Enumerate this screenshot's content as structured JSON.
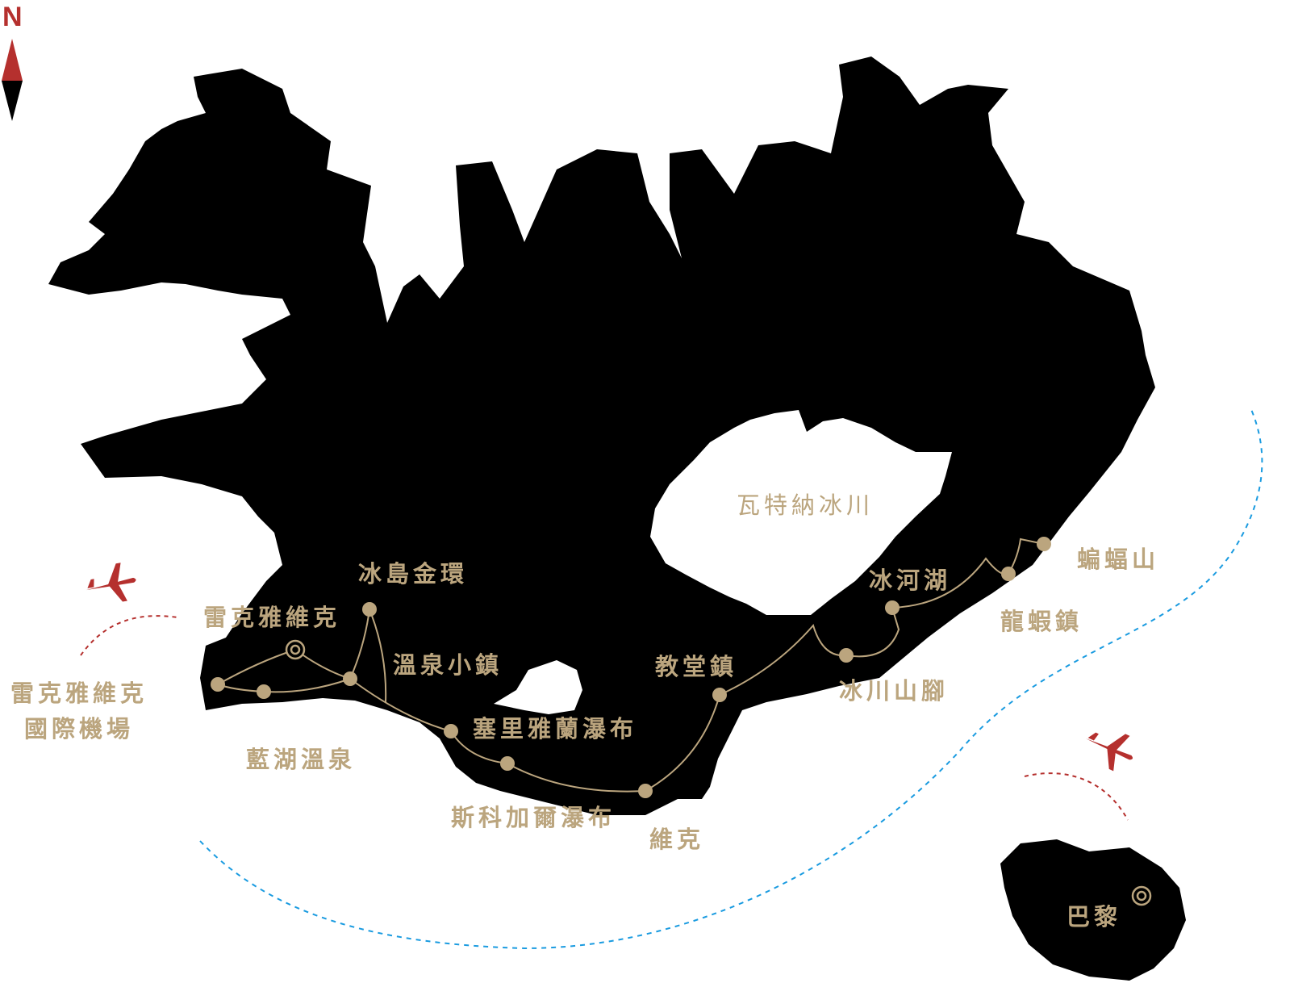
{
  "compass": {
    "label": "N"
  },
  "colors": {
    "land": "#000000",
    "route": "#bba57e",
    "plane": "#b5302e",
    "sea_route": "#1a9be0"
  },
  "labels": {
    "glacier": "瓦特納冰川",
    "bat_mountain": "蝙蝠山",
    "glacier_lagoon": "冰河湖",
    "lobster_town": "龍蝦鎮",
    "golden_circle": "冰島金環",
    "reykjavik": "雷克雅維克",
    "hot_spring_town": "溫泉小鎮",
    "church_town": "教堂鎮",
    "glacier_foot": "冰川山腳",
    "airport_line1": "雷克雅維克",
    "airport_line2": "國際機場",
    "seljalandsfoss": "塞里雅蘭瀑布",
    "blue_lagoon": "藍湖溫泉",
    "skogafoss": "斯科加爾瀑布",
    "vik": "維克",
    "paris": "巴黎"
  }
}
